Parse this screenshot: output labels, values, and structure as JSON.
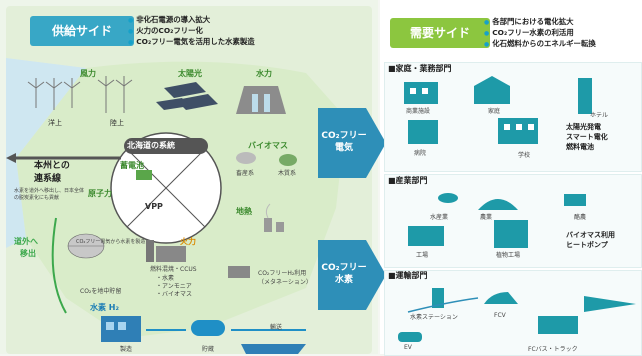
{
  "supply": {
    "title": "供給サイド",
    "bullets": [
      "非化石電源の導入拡大",
      "火力のCO₂フリー化",
      "CO₂フリー電気を活用した水素製造"
    ],
    "labels": {
      "wind": "風力",
      "solar": "太陽光",
      "hydro": "水力",
      "offshore": "洋上",
      "onshore": "陸上",
      "system": "北海道の系統",
      "storage": "蓄電池",
      "nuclear": "原子力",
      "vpp": "VPP",
      "biomass": "バイオマス",
      "bio_livestock": "畜産系",
      "bio_wood": "木質系",
      "geothermal": "地熱",
      "thermal": "火力",
      "interconnect_line1": "本州との",
      "interconnect_line2": "連系線",
      "hydrogen_note": "水素を道外へ移出し、日本全体の脱炭素化にも貢献",
      "export_line1": "道外へ",
      "export_line2": "移出",
      "nuclear_note": "CO₂フリー電気から水素を製造",
      "ccs": "CO₂を地中貯留",
      "fuel_mix": "燃料混焼・CCUS",
      "fuel_items": [
        "・水素",
        "・アンモニア",
        "・バイオマス"
      ],
      "co2free_h2": "CO₂フリーH₂利用",
      "methanation": "（メタネーション）",
      "hydrogen": "水素 H₂",
      "transport": "輸送",
      "production": "製造",
      "storage_h2": "貯蔵"
    }
  },
  "middle": {
    "electricity_line1": "CO₂フリー",
    "electricity_line2": "電気",
    "hydrogen_line1": "CO₂フリー",
    "hydrogen_line2": "水素"
  },
  "demand": {
    "title": "需要サイド",
    "bullets": [
      "各部門における電化拡大",
      "CO₂フリー水素の利活用",
      "化石燃料からのエネルギー転換"
    ],
    "household": {
      "head": "■家庭・業務部門",
      "items": [
        "商業施設",
        "家庭",
        "ホテル",
        "病院",
        "学校"
      ],
      "tags": [
        "太陽光発電",
        "スマート電化",
        "燃料電池"
      ]
    },
    "industry": {
      "head": "■産業部門",
      "items": [
        "水産業",
        "農業",
        "酪農",
        "工場",
        "植物工場"
      ],
      "tags": [
        "バイオマス利用",
        "ヒートポンプ"
      ]
    },
    "transport": {
      "head": "■運輸部門",
      "items": [
        "水素ステーション",
        "FCV",
        "EV",
        "FCバス・トラック"
      ]
    }
  },
  "colors": {
    "supply_title": "#38a7c6",
    "demand_title": "#8cc63f",
    "arrow": "#2e8fb8",
    "accent_green": "#3c8a2e",
    "icon": "#1e9aa8"
  }
}
